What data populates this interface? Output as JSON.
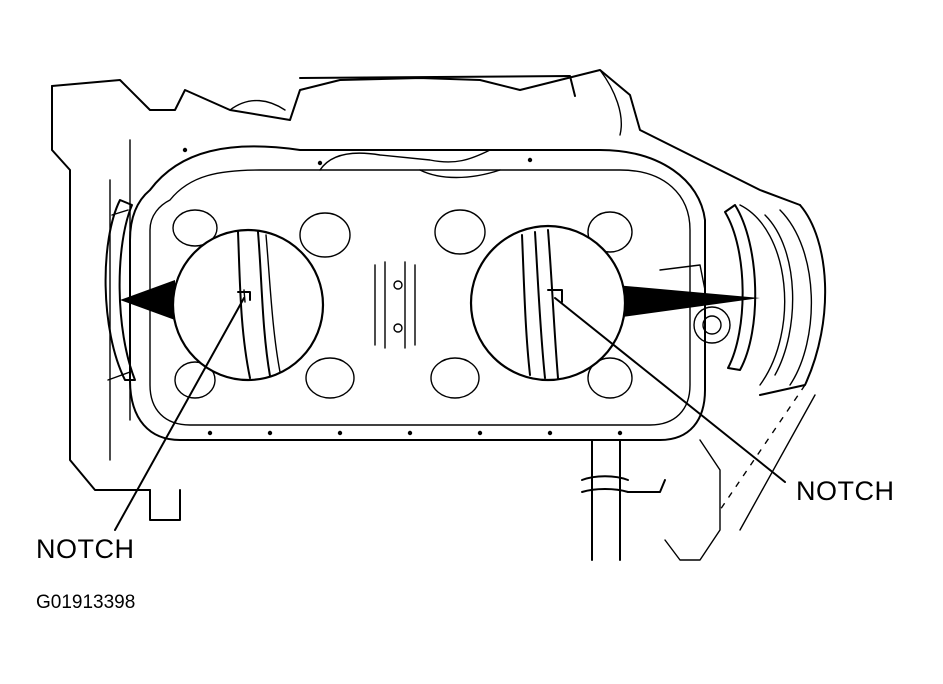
{
  "labels": {
    "left_callout": "NOTCH",
    "right_callout": "NOTCH",
    "figure_id": "G01913398"
  },
  "icons": {
    "main": "engine-block-bearing-notch-diagram"
  }
}
